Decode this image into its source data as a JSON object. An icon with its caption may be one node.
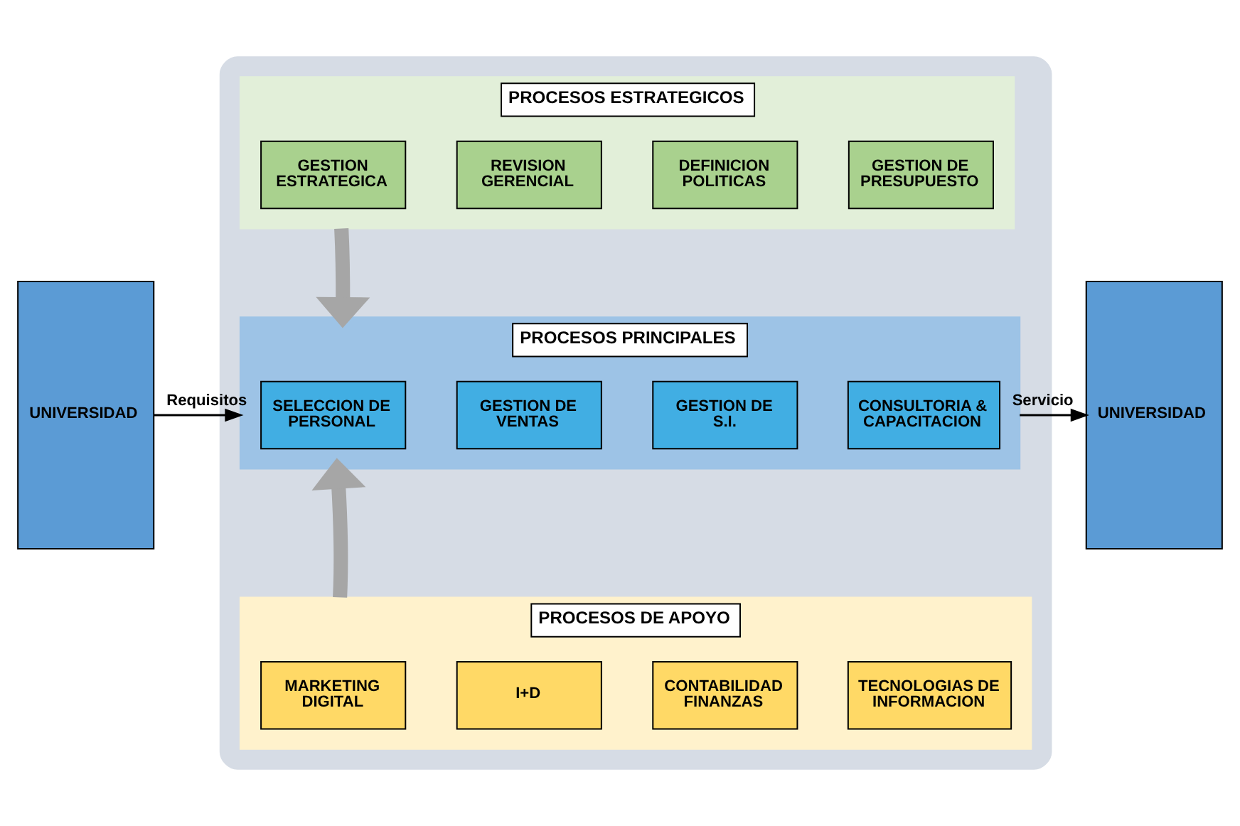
{
  "diagram": {
    "nodes": [
      {
        "text": [
          "UNIVERSIDAD"
        ]
      },
      {
        "text": [],
        "shape": "box"
      },
      {
        "text": [
          "PROCESOS ESTRATEGICOS"
        ],
        "in": 1
      },
      {
        "text": [
          "GESTION ESTRATEGICA"
        ],
        "in": 2
      },
      {
        "text": [
          "REVISION GERENCIAL"
        ],
        "in": 2
      },
      {
        "text": [
          "DEFINICION POLITICAS"
        ],
        "in": 2
      },
      {
        "text": [
          "GESTION DE PRESUPUESTO"
        ],
        "in": 2
      },
      {
        "text": [
          "PROCESOS PRINCIPALES"
        ],
        "in": 1
      },
      {
        "text": [
          "SELECCION DE PERSONAL"
        ],
        "in": 7
      },
      {
        "text": [
          "GESTION DE VENTAS"
        ],
        "in": 7
      },
      {
        "text": [
          "GESTION DE S.I."
        ],
        "in": 7
      },
      {
        "text": [
          "CONSULTORIA & CAPACITACION"
        ],
        "in": 7
      },
      {
        "text": [
          "PROCESOS DE APOYO"
        ],
        "in": 1
      },
      {
        "text": [
          "MARKETING DIGITAL"
        ],
        "in": 12
      },
      {
        "text": [
          "I+D"
        ],
        "in": 12
      },
      {
        "text": [
          "CONTABILIDAD FINANZAS"
        ],
        "in": 12
      },
      {
        "text": [
          "TECNOLOGIAS DE INFORMACION"
        ],
        "in": 12
      },
      {
        "text": [
          "UNIVERSIDAD"
        ]
      }
    ],
    "edges": [
      {
        "from": 2,
        "to": 7,
        "arrow": "to",
        "style": "thick",
        "color": "#a6a6a6"
      },
      {
        "from": 12,
        "to": 7,
        "arrow": "to",
        "style": "thick",
        "color": "#a6a6a6"
      },
      {
        "from": 0,
        "to": 7,
        "arrow": "to",
        "label": "Requisitos",
        "color": "#000000"
      },
      {
        "from": 7,
        "to": 17,
        "arrow": "to",
        "label": "Servicio",
        "color": "#000000"
      }
    ]
  }
}
